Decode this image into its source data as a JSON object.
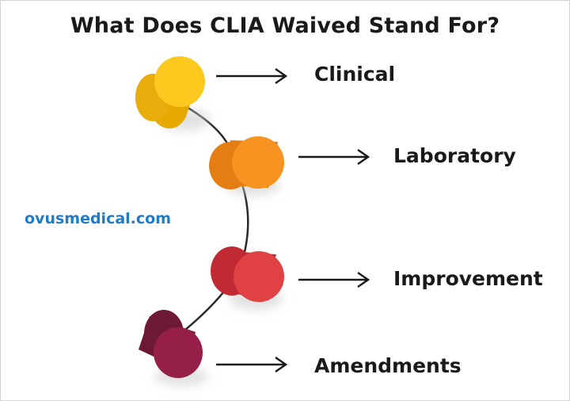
{
  "title": "What Does CLIA Waived Stand For?",
  "watermark": "ovusmedical.com",
  "terms": [
    "Clinical",
    "Laboratory",
    "Improvement",
    "Amendments"
  ],
  "colors": {
    "title_text": "#1a1a1a",
    "watermark": "#1f7cc6",
    "capsules": [
      "#f7c21d",
      "#f28c1a",
      "#d8373a",
      "#8e1f44"
    ],
    "connector_line": "#2a2a2a"
  }
}
